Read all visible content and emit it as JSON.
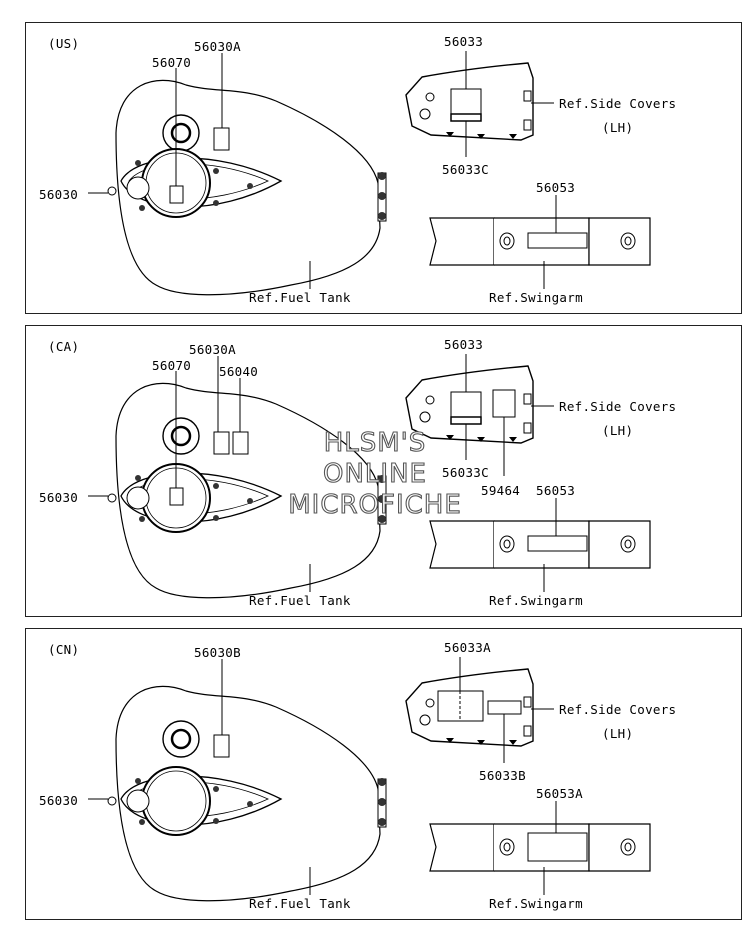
{
  "panels": [
    {
      "region": "(US)",
      "parts": {
        "p56030": "56030",
        "p56070": "56070",
        "p56030x": "56030A",
        "p56033": "56033",
        "p56033c": "56033C",
        "p56053": "56053"
      },
      "refs": {
        "side_covers": "Ref.Side Covers",
        "lh": "(LH)",
        "fuel_tank": "Ref.Fuel Tank",
        "swingarm": "Ref.Swingarm"
      }
    },
    {
      "region": "(CA)",
      "parts": {
        "p56030": "56030",
        "p56070": "56070",
        "p56030x": "56030A",
        "p56040": "56040",
        "p56033": "56033",
        "p56033c": "56033C",
        "p59464": "59464",
        "p56053": "56053"
      },
      "refs": {
        "side_covers": "Ref.Side Covers",
        "lh": "(LH)",
        "fuel_tank": "Ref.Fuel Tank",
        "swingarm": "Ref.Swingarm"
      }
    },
    {
      "region": "(CN)",
      "parts": {
        "p56030": "56030",
        "p56030x": "56030B",
        "p56033": "56033A",
        "p56033c": "56033B",
        "p56053": "56053A"
      },
      "refs": {
        "side_covers": "Ref.Side Covers",
        "lh": "(LH)",
        "fuel_tank": "Ref.Fuel Tank",
        "swingarm": "Ref.Swingarm"
      }
    }
  ],
  "watermark": {
    "line1": "HLSM'S",
    "line2": "ONLINE",
    "line3": "MICROFICHE"
  }
}
